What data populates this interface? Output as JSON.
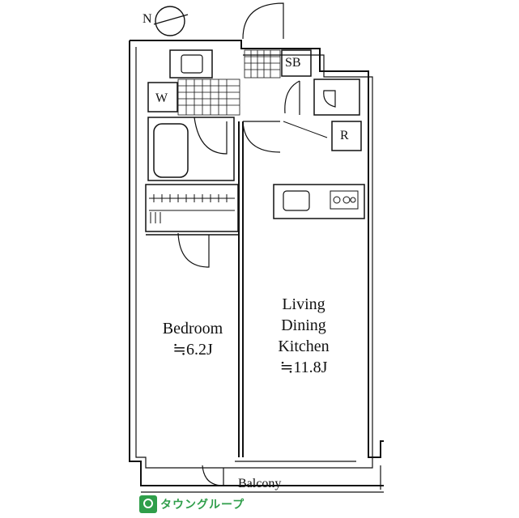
{
  "floor_plan": {
    "compass": {
      "label": "N"
    },
    "rooms": {
      "bedroom": {
        "name": "Bedroom",
        "size": "≒6.2J"
      },
      "ldk": {
        "line1": "Living",
        "line2": "Dining",
        "line3": "Kitchen",
        "size": "≒11.8J"
      },
      "balcony": {
        "name": "Balcony"
      }
    },
    "fixtures": {
      "washer": "W",
      "shoe_box": "SB",
      "refrigerator": "R"
    }
  },
  "watermark": {
    "brand": "タウングループ",
    "color": "#2f9e4a"
  }
}
